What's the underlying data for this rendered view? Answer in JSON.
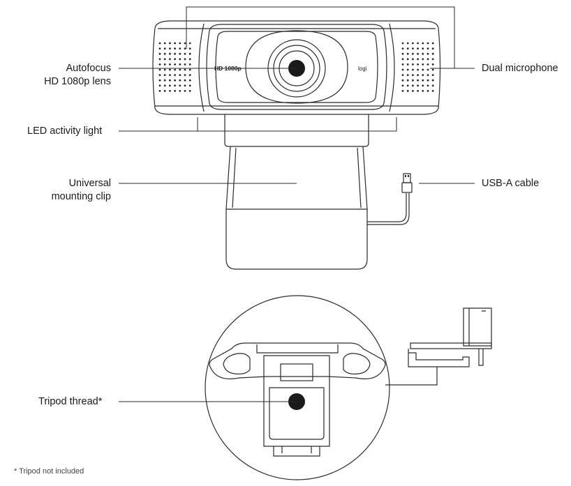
{
  "camera": {
    "model_text": "HD 1080p",
    "brand_text": "logi"
  },
  "callouts": {
    "autofocus_line1": "Autofocus",
    "autofocus_line2": "HD 1080p lens",
    "led": "LED activity light",
    "mic": "Dual microphone",
    "clip_line1": "Universal",
    "clip_line2": "mounting clip",
    "usb": "USB-A cable",
    "tripod": "Tripod thread*"
  },
  "footnote": "* Tripod not included"
}
